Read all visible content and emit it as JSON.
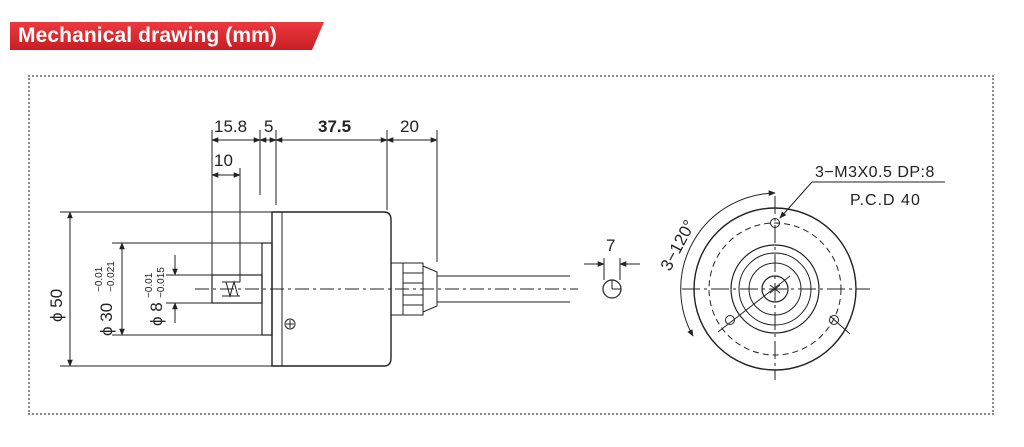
{
  "header": {
    "title": "Mechanical drawing (mm)",
    "accent_color": "#d8262d"
  },
  "side_view": {
    "dims": {
      "d_15_8": "15.8",
      "d_5": "5",
      "d_37_5": "37.5",
      "d_20": "20",
      "d_10": "10",
      "phi_50": "ϕ 50",
      "phi_30": "ϕ 30",
      "tol_30_upper": "−0.01",
      "tol_30_lower": "−0.021",
      "phi_8": "ϕ 8",
      "tol_8_upper": "−0.01",
      "tol_8_lower": "−0.015"
    }
  },
  "shaft_view": {
    "dim_7": "7"
  },
  "front_view": {
    "angle_label": "3−120°",
    "thread_label": "3−M3X0.5 DP:8",
    "pcd_label": "P.C.D 40"
  }
}
